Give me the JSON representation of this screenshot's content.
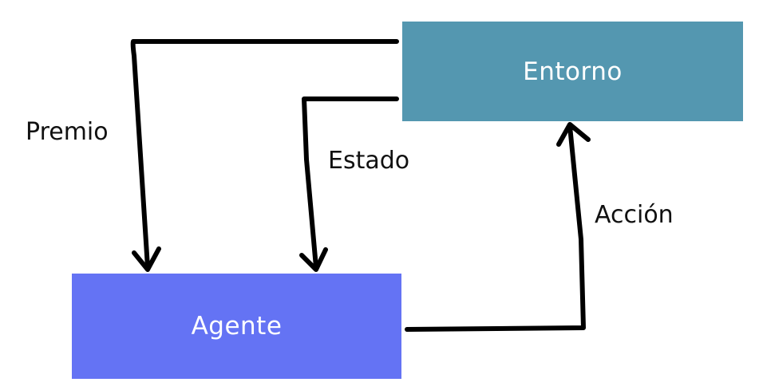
{
  "colors": {
    "environment_box": "#5497b0",
    "agent_box": "#6473f4",
    "arrow": "#000000",
    "label_text": "#111111",
    "box_text": "#ffffff"
  },
  "nodes": {
    "environment": {
      "label": "Entorno"
    },
    "agent": {
      "label": "Agente"
    }
  },
  "edges": {
    "reward": {
      "label": "Premio",
      "from": "Entorno",
      "to": "Agente"
    },
    "state": {
      "label": "Estado",
      "from": "Entorno",
      "to": "Agente"
    },
    "action": {
      "label": "Acción",
      "from": "Agente",
      "to": "Entorno"
    }
  }
}
